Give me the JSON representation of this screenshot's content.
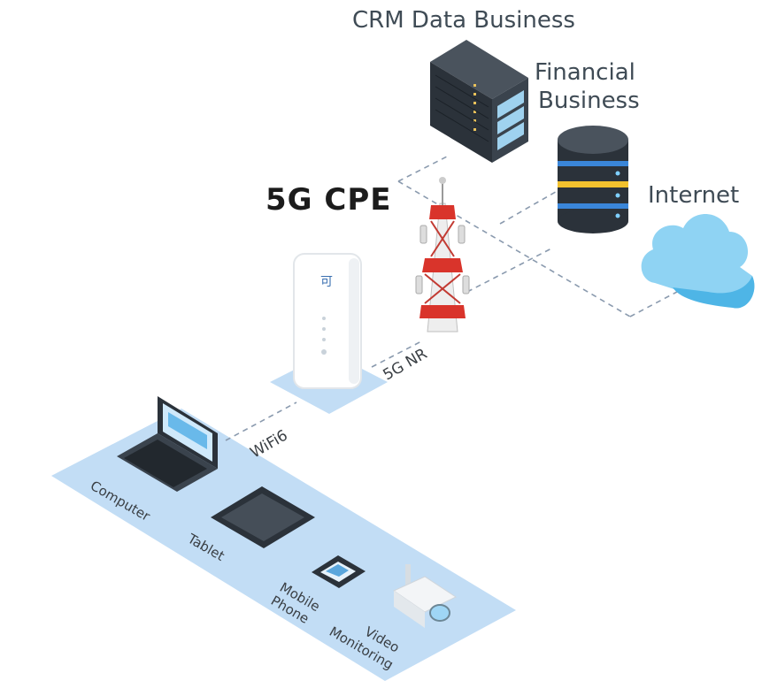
{
  "nodes": {
    "crm": "CRM Data Business",
    "financial_line1": "Financial",
    "financial_line2": "Business",
    "internet": "Internet",
    "cpe": "5G CPE"
  },
  "links": {
    "nr": "5G NR",
    "wifi": "WiFi6"
  },
  "devices": {
    "computer": "Computer",
    "tablet": "Tablet",
    "phone_line1": "Mobile",
    "phone_line2": "Phone",
    "video_line1": "Video",
    "video_line2": "Monitoring"
  },
  "colors": {
    "platform": "#bfdcf6",
    "dash": "#8a9aae",
    "cloud": "#6ec6ee",
    "tower_red": "#d9342b",
    "server_dark": "#2b323a"
  }
}
